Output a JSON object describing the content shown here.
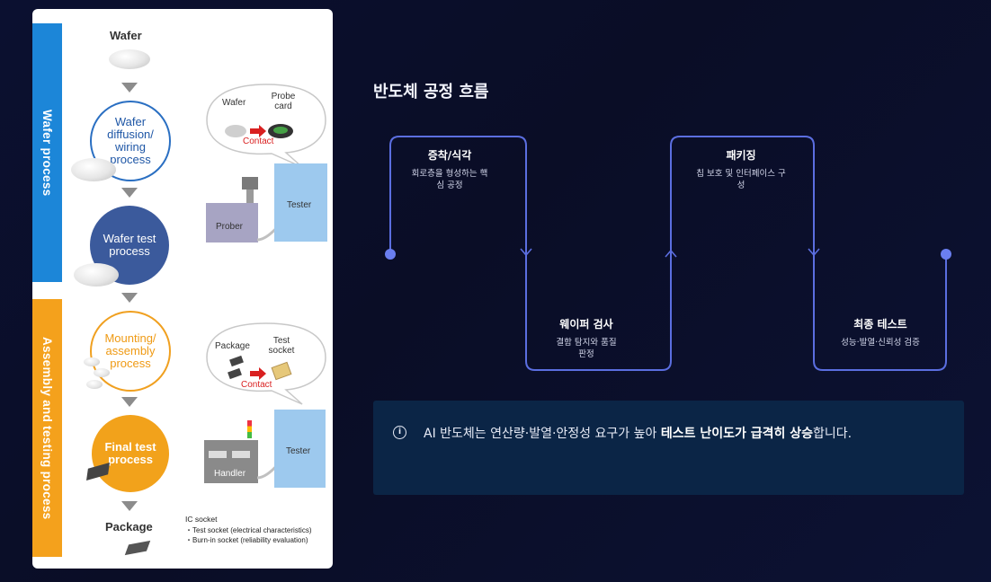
{
  "figure": {
    "wafer_band": "Wafer process",
    "assembly_band": "Assembly and testing process",
    "wafer_label": "Wafer",
    "step_diffusion": "Wafer diffusion/ wiring process",
    "step_wafer_test": "Wafer test process",
    "step_mounting": "Mounting/ assembly process",
    "step_final_test": "Final test process",
    "package_label": "Package",
    "bubble1_wafer": "Wafer",
    "bubble1_probe": "Probe card",
    "bubble1_contact": "Contact",
    "prober": "Prober",
    "tester1": "Tester",
    "bubble2_package": "Package",
    "bubble2_socket": "Test socket",
    "bubble2_contact": "Contact",
    "handler": "Handler",
    "tester2": "Tester",
    "ic_socket_title": "IC socket",
    "ic_socket_items": [
      "・Test socket (electrical characteristics)",
      "・Burn-in socket (reliability evaluation)"
    ]
  },
  "flow": {
    "title": "반도체 공정 흐름",
    "steps": [
      {
        "title": "증착/식각",
        "desc": "회로층을 형성하는 핵심 공정"
      },
      {
        "title": "웨이퍼 검사",
        "desc": "결함 탐지와 품질 판정"
      },
      {
        "title": "패키징",
        "desc": "칩 보호 및 인터페이스 구성"
      },
      {
        "title": "최종 테스트",
        "desc": "성능·발열·신뢰성 검증"
      }
    ],
    "colors": {
      "line": "#5b6ee0",
      "dot": "#6a7ef0"
    }
  },
  "note": {
    "icon": "info-icon",
    "text_before": "AI 반도체는 연산량·발열·안정성 요구가 높아 ",
    "text_bold": "테스트 난이도가 급격히 상승",
    "text_after": "합니다."
  }
}
